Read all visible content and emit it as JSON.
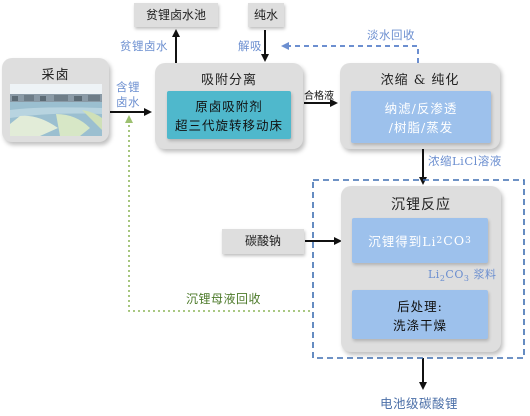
{
  "diagram": {
    "nodes": {
      "brine_collection": "采卤",
      "depleted_brine_pond": "贫锂卤水池",
      "pure_water": "纯水",
      "adsorption": {
        "title": "吸附分离",
        "inner_line1": "原卤吸附剂",
        "inner_line2": "超三代旋转移动床"
      },
      "concentration": {
        "title": "浓缩 & 纯化",
        "inner_line1": "纳滤/反渗透",
        "inner_line2": "/树脂/蒸发"
      },
      "precipitation": {
        "title": "沉锂反应",
        "step1_prefix": "沉锂得到Li",
        "step1_sub": "2",
        "step1_suffix": "CO",
        "step1_sub2": "3",
        "step2_line1": "后处理:",
        "step2_line2": "洗涤干燥"
      },
      "sodium_carbonate": "碳酸钠",
      "product": "电池级碳酸锂"
    },
    "edge_labels": {
      "depleted_brine": "贫锂卤水",
      "lithium_brine_line1": "含锂",
      "lithium_brine_line2": "卤水",
      "desorption": "解吸",
      "fresh_water_recovery": "淡水回收",
      "qualified_liquid": "合格液",
      "concentrated_licl": "浓缩LiCl溶液",
      "slurry_prefix": "Li",
      "slurry_sub": "2",
      "slurry_mid": "CO",
      "slurry_sub2": "3",
      "slurry_suffix": " 浆料",
      "mother_liquor_recovery": "沉锂母液回收"
    }
  }
}
